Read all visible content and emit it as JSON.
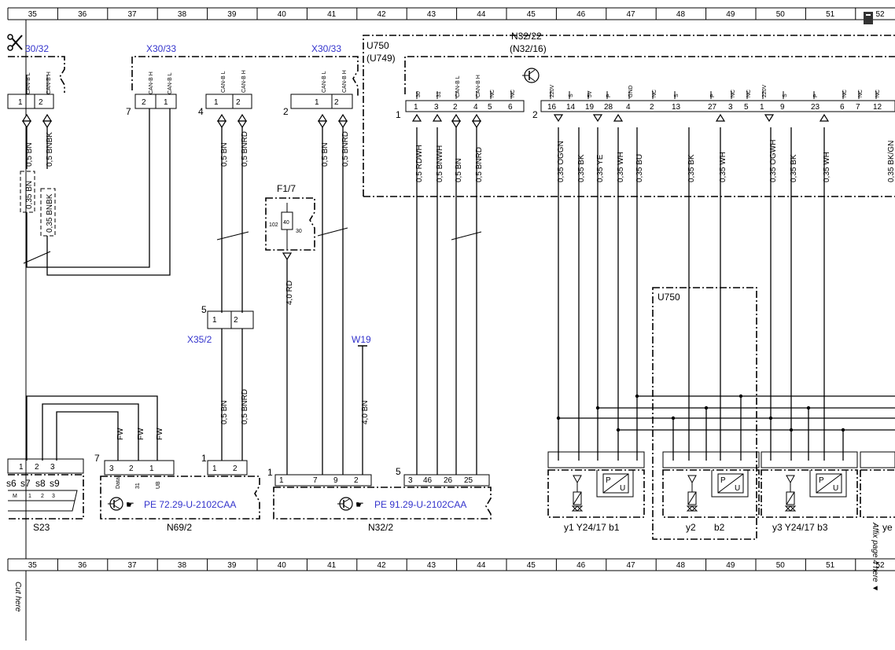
{
  "ruler": {
    "columns": [
      "35",
      "36",
      "37",
      "38",
      "39",
      "40",
      "41",
      "42",
      "43",
      "44",
      "45",
      "46",
      "47",
      "48",
      "49",
      "50",
      "51",
      "52"
    ]
  },
  "margin": {
    "cut_here": "Cut here",
    "affix_text": "Affix page 4 here ▼"
  },
  "connectors": {
    "x30_32": "30/32",
    "x30_33_a": "X30/33",
    "x30_33_b": "X30/33",
    "x35_2": "X35/2",
    "w19": "W19",
    "f1_7": "F1/7",
    "u750_top": "U750",
    "u749": "(U749)",
    "n32_22": "N32/22",
    "n32_16": "(N32/16)",
    "u750_box": "U750"
  },
  "pin_labels": {
    "can_l": "CAN-B L",
    "can_h": "CAN-B H",
    "nc": "NC",
    "p30": "30",
    "p31": "31",
    "v220": "220V",
    "s": "S",
    "v5": "5V",
    "p": "P",
    "gnd": "GND"
  },
  "wires": {
    "bn05": "0,5 BN",
    "bnbk05": "0,5 BNBK",
    "bn035": "0,35 BN",
    "bnbk035": "0,35 BNBK",
    "bnrd05": "0,5 BNRD",
    "rdwh05": "0,5 RDWH",
    "bnwh05": "0,5 BNWH",
    "rd40": "4,0 RD",
    "bn40": "4,0 BN",
    "oggn035": "0,35 OGGN",
    "bk035": "0,35 BK",
    "ye035": "0,35 YE",
    "wh035": "0,35 WH",
    "bu035": "0,35 BU",
    "ogwh035": "0,35 OGWH",
    "cut_right": "0,35 BK/GN",
    "fw": "FW"
  },
  "components": {
    "s23": "S23",
    "n69_2": "N69/2",
    "n32_2": "N32/2",
    "pe_72": "PE 72.29-U-2102CAA",
    "pe_91": "PE 91.29-U-2102CAA",
    "y1_label": "y1  Y24/17  b1",
    "y2_label": "y2",
    "b2_label": "b2",
    "y3_label": "y3  Y24/17  b3",
    "ye_cut": "ye",
    "s6": "s6",
    "s7": "s7",
    "s8": "s8",
    "s9": "s9",
    "data": "Data",
    "p31": "31",
    "ub": "UB",
    "pu_p": "P",
    "pu_u": "U",
    "m": "M",
    "f102": "102",
    "f40": "40",
    "f30": "30"
  },
  "numbers": {
    "n1": "1",
    "n2": "2",
    "n3": "3",
    "n4": "4",
    "n5": "5",
    "n6": "6",
    "n7": "7",
    "n9": "9",
    "n12": "12",
    "n13": "13",
    "n14": "14",
    "n16": "16",
    "n19": "19",
    "n23": "23",
    "n25": "25",
    "n26": "26",
    "n27": "27",
    "n28": "28",
    "n46": "46"
  }
}
